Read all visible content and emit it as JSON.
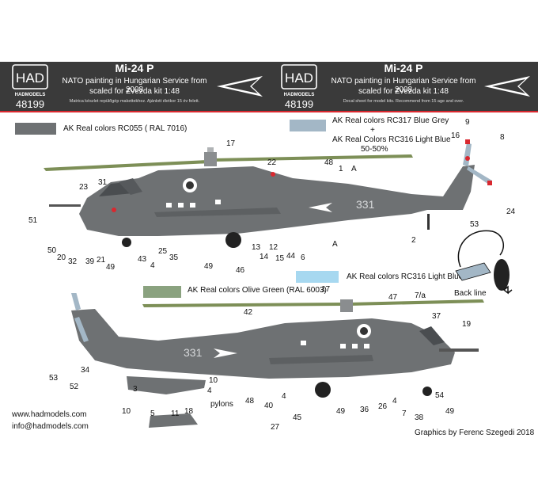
{
  "header_left": {
    "logo_text": "HAD",
    "logo_sub": "HADMODELS",
    "code": "48199",
    "title": "Mi-24 P",
    "line1": "NATO painting in Hungarian Service from 2008",
    "line2": "scaled for Zvezda kit 1:48",
    "note": "Matrica készlet repülőgép makettekhez. Ajánlott életkor 15 év felett."
  },
  "header_right": {
    "logo_text": "HAD",
    "logo_sub": "HADMODELS",
    "code": "48199",
    "title": "Mi-24 P",
    "line1": "NATO painting in Hungarian Service from 2008",
    "line2": "scaled for Zvezda kit 1:48",
    "note": "Decal sheet for model kits. Recommend from 15 age and over."
  },
  "colors": {
    "header_bg": "#3a3a3a",
    "accent_red": "#d9282f",
    "fuselage_grey": "#6e7173",
    "blue_grey": "#a3b7c6",
    "light_blue": "#a7d8f0",
    "olive_green": "#8aa27f",
    "rotor_green": "#7d8f57"
  },
  "swatches": {
    "rc055": "AK Real colors RC055 ( RAL 7016)",
    "rc317": "AK Real colors RC317 Blue Grey",
    "plus": "+",
    "rc316": "AK Real Colors RC316 Light Blue",
    "mix": "50-50%",
    "rc316b": "AK Real colors RC316 Light Blue",
    "olive": "AK Real colors Olive Green (RAL 6003)"
  },
  "side1": {
    "tail_number": "331",
    "labels": {
      "n1": "1",
      "n2": "2",
      "n4": "4",
      "n6": "6",
      "n8": "8",
      "n9": "9",
      "n12": "12",
      "n13": "13",
      "n14": "14",
      "n15": "15",
      "n16": "16",
      "n17": "17",
      "n20": "20",
      "n21": "21",
      "n22": "22",
      "n23": "23",
      "n24": "24",
      "n25": "25",
      "n31": "31",
      "n32": "32",
      "n35": "35",
      "n39": "39",
      "n43": "43",
      "n44": "44",
      "n46": "46",
      "n48": "48",
      "n49a": "49",
      "n49b": "49",
      "n50": "50",
      "n51": "51",
      "n53": "53",
      "a1": "A",
      "a2": "A"
    },
    "back_line": "Back line"
  },
  "side2": {
    "tail_number": "331",
    "labels": {
      "n3": "3",
      "n4a": "4",
      "n4b": "4",
      "n5": "5",
      "n7": "7",
      "n7a": "7/a",
      "n10a": "10",
      "n10b": "10",
      "n11": "11",
      "n17": "17",
      "n18": "18",
      "n19": "19",
      "n26": "26",
      "n27": "27",
      "n34": "34",
      "n36": "36",
      "n37": "37",
      "n38": "38",
      "n40": "40",
      "n42": "42",
      "n45": "45",
      "n47": "47",
      "n48": "48",
      "n49a": "49",
      "n49b": "49",
      "n52": "52",
      "n53": "53",
      "n54": "54"
    },
    "pylons": "pylons"
  },
  "footer": {
    "url": "www.hadmodels.com",
    "email": "info@hadmodels.com",
    "credit": "Graphics by Ferenc Szegedi 2018"
  }
}
